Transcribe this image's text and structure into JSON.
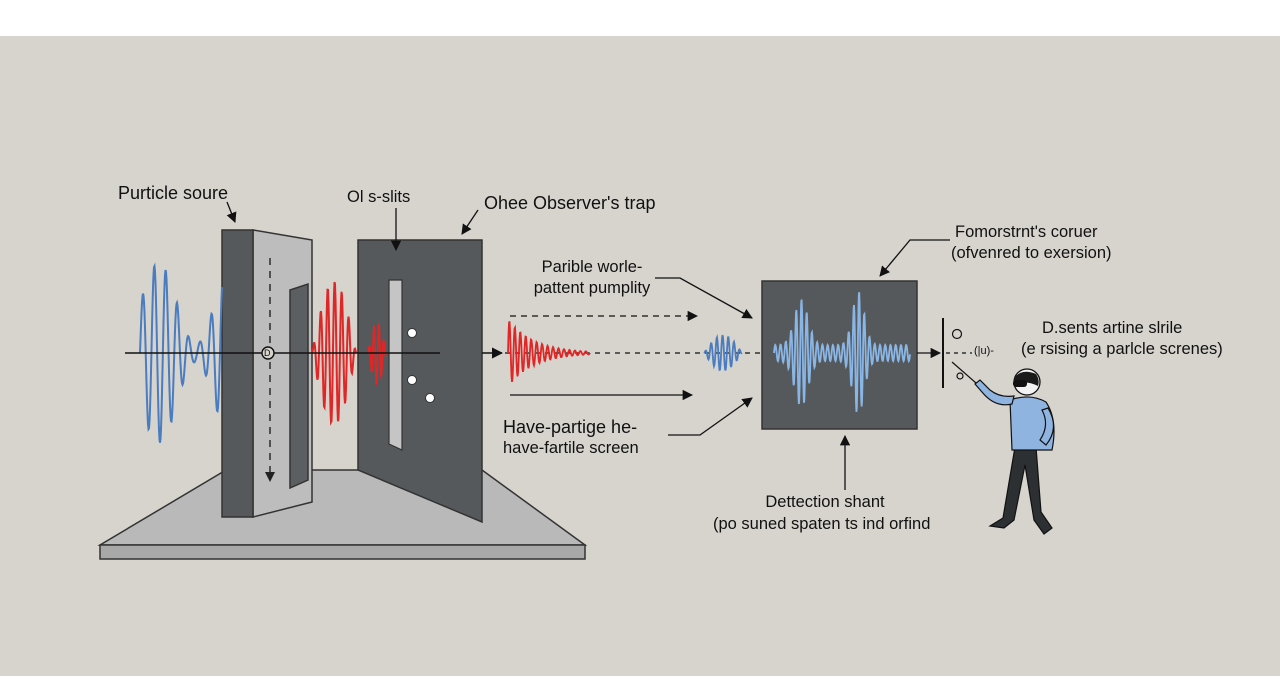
{
  "colors": {
    "panel_background": "#d6d4cd",
    "slab_dark": "#56595c",
    "slab_light": "#bdbdbd",
    "wave_blue": "#4a7cbf",
    "wave_red": "#e02626",
    "screen_wave": "#8ab6e6",
    "observer_shirt": "#8fb4e0",
    "observer_pants": "#2d3033"
  },
  "labels": {
    "particle_source": "Purticle soure",
    "slits": "Ol s-slits",
    "observer_trap": "Ohee Observer's trap",
    "wave_pattern_line1": "Parible worle-",
    "wave_pattern_line2": "pattent pumplity",
    "particle_screen_line1": "Have-partige he-",
    "particle_screen_line2": "have-fartile screen",
    "monitor_line1": "Fomorstrnt's coruer",
    "monitor_line2": "(ofvenred to exersion)",
    "detection_line1": "Dettection shant",
    "detection_line2": "(po suned spaten ts ind orfind",
    "observer_line1": "D.sents artine slrile",
    "observer_line2": "(e rsising a parlcle screnes)",
    "source_marker": "D",
    "detector_glyph": "(|u)-"
  },
  "icons": {
    "observer": "person-with-goggles-icon",
    "source_marker": "circled-letter-icon",
    "detector": "detector-signal-icon"
  }
}
